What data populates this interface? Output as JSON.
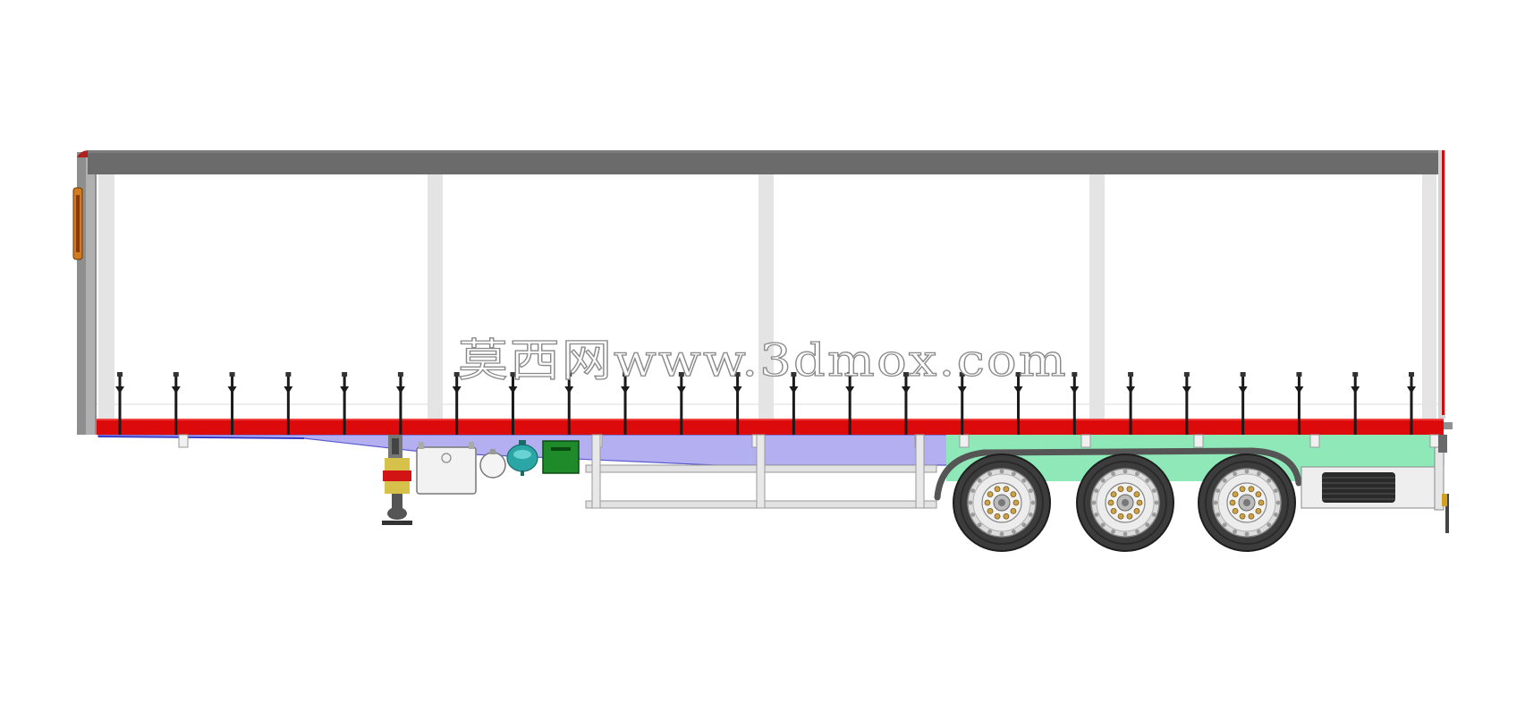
{
  "drawing": {
    "subject": "curtain-side semi-trailer",
    "view": "side elevation",
    "axles": 3,
    "curtain_panels": 4,
    "curtain_straps": 24,
    "wheel_studs": 10
  },
  "watermark": {
    "text": "莫西网www.3dmox.com"
  },
  "colors": {
    "background": "#ffffff",
    "roof": "#6b6b6b",
    "curtain": "#ffffff",
    "curtain_post": "#e4e4e4",
    "chassis_rail": "#dc0a0a",
    "underbody": "#b3aff0",
    "wheel_guard_panel": "#8ee8b8",
    "front_wall": "#8e8e8e",
    "tire": "#3c3c3c",
    "rim": "#dcdcdc",
    "landing_leg_band": "#d21414",
    "landing_leg_body": "#d6c14a",
    "air_tank_teal": "#2aa6a6",
    "electrical_box": "#1e8a2a",
    "marker_lamp": "#d27a1e"
  }
}
